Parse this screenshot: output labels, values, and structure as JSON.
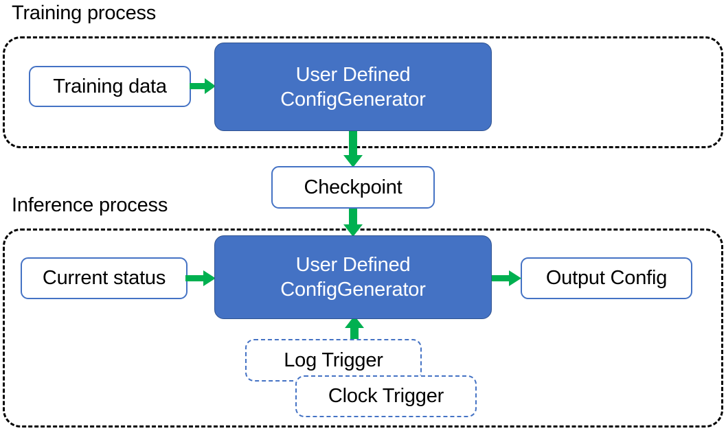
{
  "diagram": {
    "title_training": "Training process",
    "title_inference": "Inference process",
    "colors": {
      "primary_fill": "#4472C4",
      "primary_stroke": "#2F528F",
      "plain_stroke": "#4472C4",
      "trigger_stroke": "#4472C4",
      "arrow": "#00B050",
      "container_stroke": "#000000",
      "text_dark": "#000000",
      "text_light": "#FFFFFF"
    },
    "training": {
      "caption": "Training process",
      "nodes": {
        "training_data": "Training data",
        "generator_line1": "User Defined",
        "generator_line2": "ConfigGenerator"
      }
    },
    "checkpoint": {
      "label": "Checkpoint"
    },
    "inference": {
      "caption": "Inference process",
      "nodes": {
        "current_status": "Current status",
        "generator_line1": "User Defined",
        "generator_line2": "ConfigGenerator",
        "output_config": "Output Config",
        "log_trigger": "Log Trigger",
        "clock_trigger": "Clock Trigger"
      }
    },
    "edges": [
      {
        "from": "Training data",
        "to": "User Defined ConfigGenerator",
        "direction": "right"
      },
      {
        "from": "User Defined ConfigGenerator",
        "to": "Checkpoint",
        "direction": "down"
      },
      {
        "from": "Checkpoint",
        "to": "User Defined ConfigGenerator",
        "direction": "down"
      },
      {
        "from": "Current status",
        "to": "User Defined ConfigGenerator",
        "direction": "right"
      },
      {
        "from": "User Defined ConfigGenerator",
        "to": "Output Config",
        "direction": "right"
      },
      {
        "from": "Log Trigger",
        "to": "User Defined ConfigGenerator",
        "direction": "up"
      }
    ]
  }
}
